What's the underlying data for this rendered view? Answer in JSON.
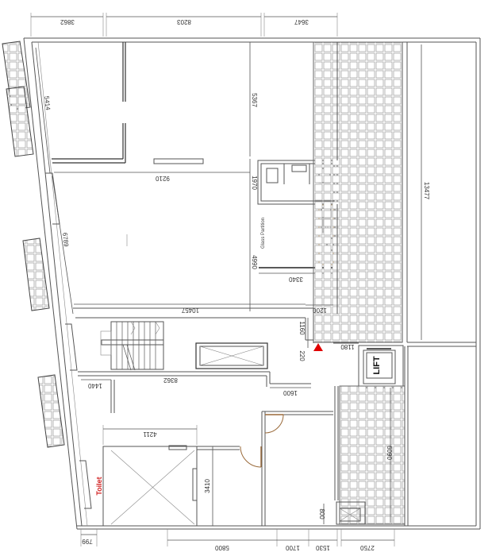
{
  "drawing": {
    "type": "floor plan",
    "labels": {
      "lift": "LIFT",
      "toilet": "Toilet",
      "glass_partition": "Glass Partition"
    },
    "marker_color": "#e00000",
    "toilet_label_color": "#d02020",
    "door_color": "#9a6a3a",
    "dimensions": {
      "top_1": "3862",
      "top_2": "8203",
      "top_3": "3647",
      "left_1": "5414",
      "left_2": "6789",
      "room_height_upper": "5367",
      "wc_height": "1970",
      "glass_height": "4990",
      "upper_width": "9210",
      "glass_width": "3340",
      "corridor_width": "10457",
      "corridor_right": "1200",
      "step_1": "1160",
      "step_2": "220",
      "lift_gap": "1180",
      "stair_offset": "1440",
      "stair_run": "8362",
      "landing": "1600",
      "lower_room_width": "4211",
      "lower_room_height": "3410",
      "terrace_right": "13477",
      "terrace_lower": "6090",
      "shaft": "800",
      "bottom_1": "799",
      "bottom_2": "5800",
      "bottom_3": "1700",
      "bottom_4": "1530",
      "bottom_5": "2750"
    }
  }
}
